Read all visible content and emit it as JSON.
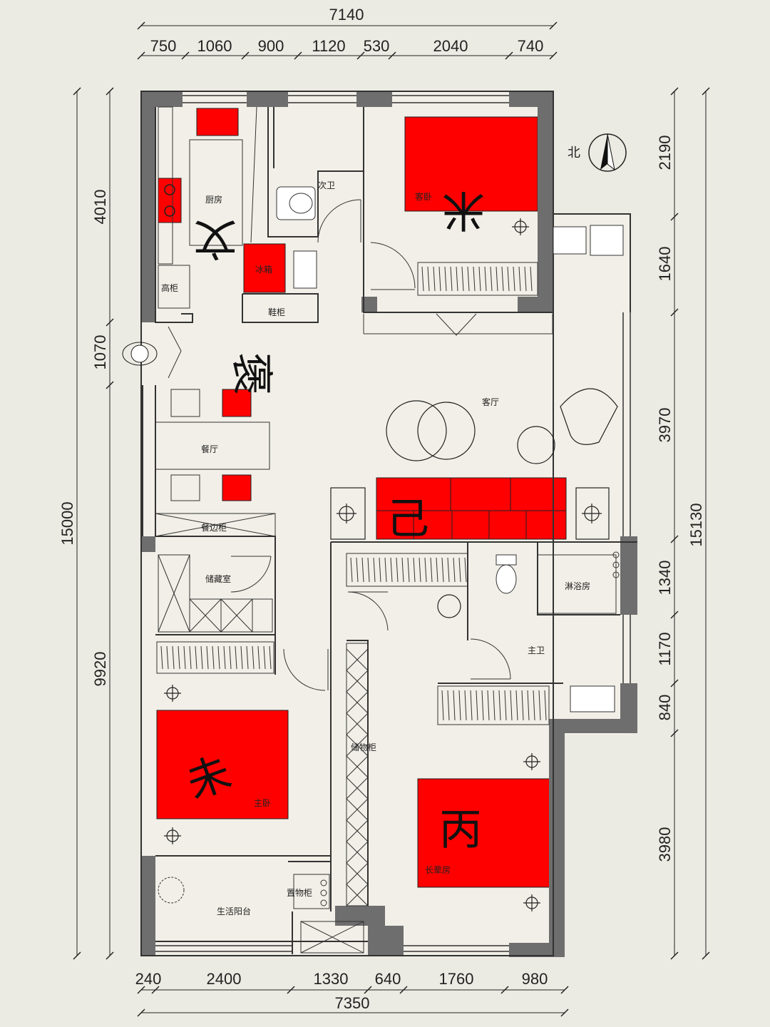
{
  "colors": {
    "background": "#ecebe3",
    "wall": "#6e6e6e",
    "floor": "#f1efe7",
    "accent_red": "#ff0000",
    "line": "#222222"
  },
  "dimensions": {
    "top_total": "7140",
    "top": [
      "750",
      "1060",
      "900",
      "1120",
      "530",
      "2040",
      "740"
    ],
    "bottom_total": "7350",
    "bottom": [
      "240",
      "2400",
      "1330",
      "640",
      "1760",
      "980"
    ],
    "left_total": "15000",
    "left": [
      "4010",
      "1070",
      "9920"
    ],
    "right_total": "15130",
    "right": [
      "2190",
      "1640",
      "3970",
      "1340",
      "1170",
      "840",
      "3980"
    ]
  },
  "compass": {
    "label": "北"
  },
  "rooms": {
    "kitchen": "厨房",
    "second_bath": "次卫",
    "guest_bedroom": "客卧",
    "fridge": "冰箱",
    "tall_cabinet": "高柜",
    "shoe_cabinet": "鞋柜",
    "living_room": "客厅",
    "dining_room": "餐厅",
    "sideboard": "餐边柜",
    "storage_room": "储藏室",
    "shower_room": "淋浴房",
    "master_bath": "主卫",
    "storage_cabinet": "储物柜",
    "master_bedroom": "主卧",
    "elder_room": "长辈房",
    "shelf_cabinet": "置物柜",
    "service_balcony": "生活阳台"
  },
  "characters": {
    "kitchen": "文",
    "dining": "褒",
    "guest": "米",
    "sofa": "己",
    "master": "未",
    "elder": "丙"
  }
}
